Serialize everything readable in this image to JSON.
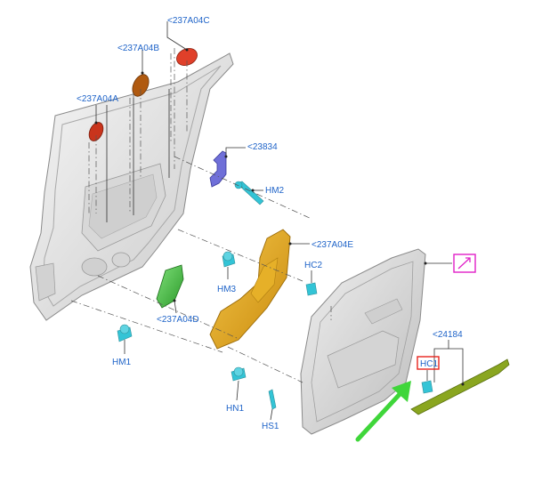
{
  "callouts": {
    "c237A04C": "<237A04C",
    "c237A04B": "<237A04B",
    "c237A04A": "<237A04A",
    "c23834": "<23834",
    "hm2": "HM2",
    "c237A04E": "<237A04E",
    "hc2": "HC2",
    "hm3": "HM3",
    "c237A04D": "<237A04D",
    "hm1": "HM1",
    "hn1": "HN1",
    "hs1": "HS1",
    "c24184": "<24184",
    "hc1": "HC1"
  },
  "highlight": {
    "hc1_box_color": "#e8231c",
    "pointer_box_color": "#e020c8",
    "arrow_color": "#3fd63a"
  },
  "colors": {
    "callout_text": "#1e63c8",
    "door_frame": "#e4e4e4",
    "trim_panel": "#dcdcdc",
    "pad_237A04A": "#c9341c",
    "pad_237A04B": "#b05a10",
    "pad_237A04C": "#e0402a",
    "bracket_23834": "#6f6fd8",
    "armrest_237A04E": "#e8a818",
    "pad_237A04D": "#3fb13a",
    "clips": "#33c4d6",
    "strip_24184": "#8aa620"
  },
  "icons": [
    "pointer-arrow-icon",
    "callout-arrow-icon"
  ]
}
